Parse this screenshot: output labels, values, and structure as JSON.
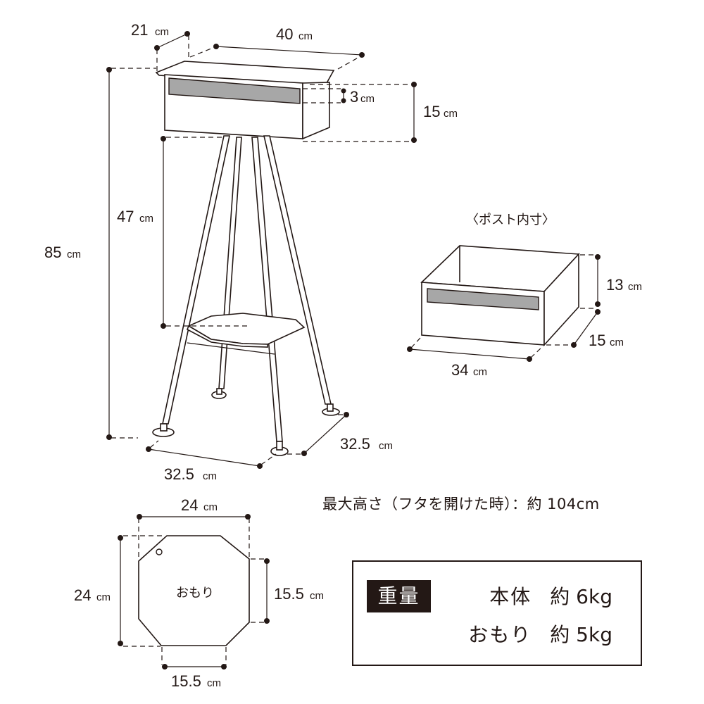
{
  "diagram": {
    "main_unit": {
      "depth": {
        "value": "21",
        "unit": "cm"
      },
      "width": {
        "value": "40",
        "unit": "cm"
      },
      "slot_height": {
        "value": "3",
        "unit": "cm"
      },
      "box_height": {
        "value": "15",
        "unit": "cm"
      },
      "leg_to_shelf": {
        "value": "47",
        "unit": "cm"
      },
      "total_height": {
        "value": "85",
        "unit": "cm"
      },
      "base_width": {
        "value": "32.5",
        "unit": "cm"
      },
      "base_depth": {
        "value": "32.5",
        "unit": "cm"
      }
    },
    "post_interior": {
      "title": "〈ポスト内寸〉",
      "height": {
        "value": "13",
        "unit": "cm"
      },
      "depth": {
        "value": "15",
        "unit": "cm"
      },
      "width": {
        "value": "34",
        "unit": "cm"
      }
    },
    "weight_plate": {
      "label": "おもり",
      "width": {
        "value": "24",
        "unit": "cm"
      },
      "height": {
        "value": "24",
        "unit": "cm"
      },
      "side_right": {
        "value": "15.5",
        "unit": "cm"
      },
      "side_bottom": {
        "value": "15.5",
        "unit": "cm"
      }
    },
    "max_height_note": "最大高さ（フタを開けた時）：約 104cm"
  },
  "weights": {
    "badge": "重量",
    "rows": [
      {
        "label": "本体",
        "value": "約 6kg"
      },
      {
        "label": "おもり",
        "value": "約 5kg"
      }
    ]
  }
}
